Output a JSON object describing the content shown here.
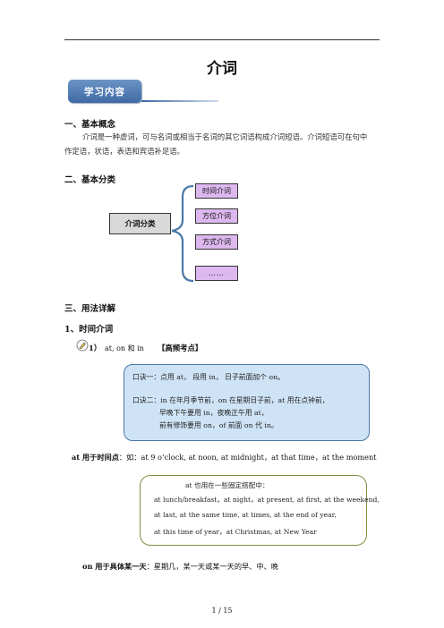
{
  "page_title": "介词",
  "banner_label": "学习内容",
  "sec1": {
    "heading": "一、基本概念",
    "line1": "介词是一种虚词，可与名词或相当于名词的其它词语构成介词短语。介词短语可在句中",
    "line2": "作定语，状语，表语和宾语补足语。"
  },
  "sec2": {
    "heading": "二、基本分类",
    "root": "介词分类",
    "leaves": [
      "时间介词",
      "方位介词",
      "方式介词",
      "……"
    ]
  },
  "sec3": {
    "heading": "三、用法详解",
    "sub1": "1、时间介词",
    "item_num": "1）",
    "item_text": "at, on 和 in",
    "item_tag": "【高频考点】"
  },
  "rhyme": {
    "line1": "口诀一：点用 at， 段用 in， 日子前面加个 on。",
    "line2": "口诀二：in 在年月季节前，on 在星期日子前，at 用在点钟前，",
    "line3": "早晚下午要用 in，夜晚正午用 at，",
    "line4": "前有修饰要用 on，of 前面 on 代 in。"
  },
  "at_line": {
    "label": "at 用于时间点",
    "text": "：如：at 9 o’clock,   at noon,   at midnight，at that time，at the moment"
  },
  "fixed": {
    "heading": "at 也用在一些固定搭配中：",
    "line1": "at lunch/breakfast，at night，at present, at first, at the weekend,",
    "line2": "at last, at the same time, at times, at the end of year,",
    "line3": "at this time of year，at Christmas, at New Year"
  },
  "on_line": {
    "label": "on 用于具体某一天",
    "text": "：星期几，某一天或某一天的早、中、晚"
  },
  "footer": "1 / 15"
}
